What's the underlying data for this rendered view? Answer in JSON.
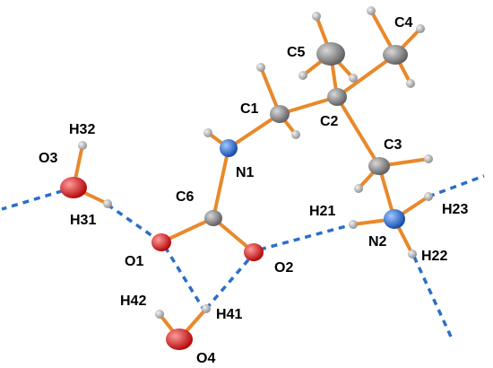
{
  "colors": {
    "background": "#ffffff",
    "bond": "#e8892c",
    "hydrogen_bond": "#2a6fc9",
    "carbon": "#6f6f6f",
    "nitrogen": "#1d5fc8",
    "oxygen": "#e01010",
    "hydrogen": "#a8a8a8"
  },
  "labels": {
    "C1": "C1",
    "C2": "C2",
    "C3": "C3",
    "C4": "C4",
    "C5": "C5",
    "C6": "C6",
    "N1": "N1",
    "N2": "N2",
    "O1": "O1",
    "O2": "O2",
    "O3": "O3",
    "O4": "O4",
    "H21": "H21",
    "H22": "H22",
    "H23": "H23",
    "H31": "H31",
    "H32": "H32",
    "H41": "H41",
    "H42": "H42"
  }
}
